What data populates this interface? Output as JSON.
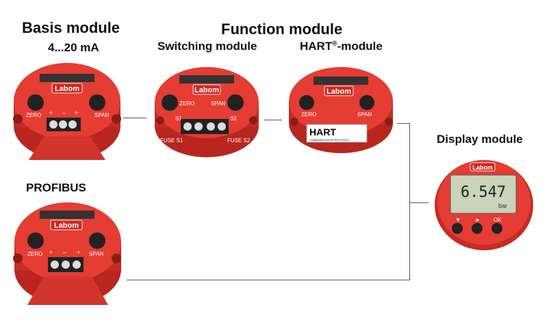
{
  "headings": {
    "basis": "Basis module",
    "function": "Function module",
    "display": "Display module"
  },
  "sublabels": {
    "current": "4...20 mA",
    "switching": "Switching module",
    "hart_prefix": "HART",
    "hart_reg": "®",
    "hart_suffix": "-module",
    "profibus": "PROFIBUS"
  },
  "device": {
    "brand": "Labom",
    "zero": "ZERO",
    "span": "SPAN",
    "plus": "+",
    "minus": "–",
    "s1": "S1",
    "s2": "S2",
    "fuse_s1": "FUSE S1",
    "fuse_s2": "FUSE S2",
    "hart_logo": "HART",
    "hart_tagline": "COMMUNICATION PROTOCOL"
  },
  "display": {
    "reading": "6.547",
    "unit": "bar",
    "btn_down": "▼",
    "btn_right": "►",
    "btn_ok": "OK"
  },
  "colors": {
    "module_red": "#e53c33",
    "module_dark": "#b8261f",
    "lcd": "#c9d4b8"
  }
}
